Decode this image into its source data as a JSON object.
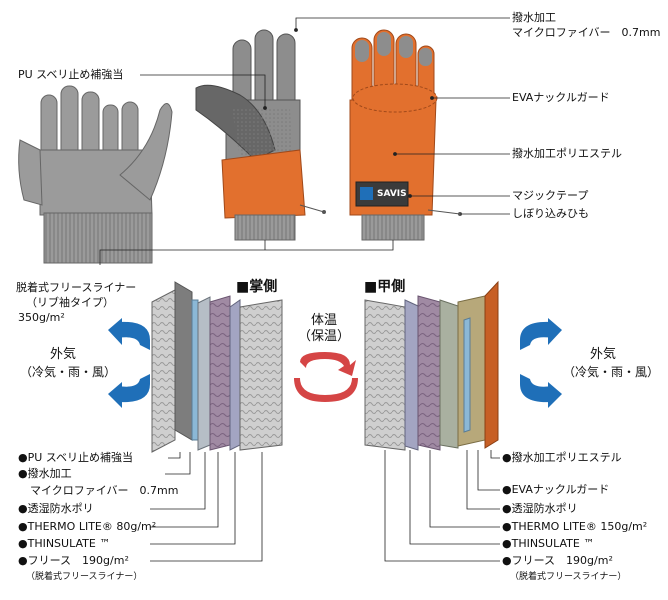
{
  "top_labels": {
    "pu_patch": "PU スベリ止め補強当",
    "microfiber_1": "撥水加工",
    "microfiber_2": "マイクロファイバー　0.7mm",
    "eva_knuckle": "EVAナックルガード",
    "polyester": "撥水加工ポリエステル",
    "magic_tape": "マジックテープ",
    "drawstring": "しぼり込みひも"
  },
  "liner": {
    "line1": "脱着式フリースライナー",
    "line2": "（リブ袖タイプ）",
    "weight": "350g/m²"
  },
  "palm_side": "■掌側",
  "back_side": "■甲側",
  "body_temp": {
    "line1": "体温",
    "line2": "（保温）"
  },
  "outside_left": {
    "line1": "外気",
    "line2": "（冷気・雨・風）"
  },
  "outside_right": {
    "line1": "外気",
    "line2": "（冷気・雨・風）"
  },
  "left_list": [
    "●PU スベリ止め補強当",
    "●撥水加工",
    "マイクロファイバー　0.7mm",
    "●透湿防水ポリ",
    "●THERMO LITE® 80g/m²",
    "●THINSULATE ™",
    "●フリース　190g/m²",
    "（脱着式フリースライナー）"
  ],
  "right_list": [
    "●撥水加工ポリエステル",
    "●EVAナックルガード",
    "●透湿防水ポリ",
    "●THERMO LITE® 150g/m²",
    "●THINSULATE ™",
    "●フリース　190g/m²",
    "（脱着式フリースライナー）"
  ],
  "badge_text": "SAVIS",
  "colors": {
    "orange": "#e2702e",
    "grey_glove": "#8c8c8c",
    "dark_grey": "#5d5d5d",
    "blue_arrow": "#1f6fb8",
    "red_arrow": "#d54545"
  }
}
